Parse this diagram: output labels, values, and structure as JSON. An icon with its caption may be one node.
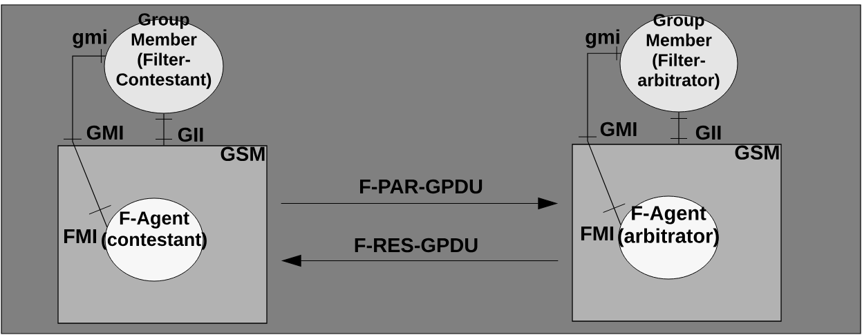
{
  "diagram": {
    "nodes": [
      {
        "text": [
          "Group Member (Filter-Contestant)"
        ]
      },
      {
        "text": [
          "GSM"
        ]
      },
      {
        "text": [
          "F-Agent (contestant)"
        ],
        "in": 1
      },
      {
        "text": [
          "Group Member (Filter-arbitrator)"
        ]
      },
      {
        "text": [
          "GSM"
        ]
      },
      {
        "text": [
          "F-Agent (arbitrator)"
        ],
        "in": 4
      }
    ],
    "edges": [
      {
        "from": 0,
        "to": 1,
        "arrow": "none",
        "label": "GII"
      },
      {
        "from": 2,
        "to": 0,
        "arrow": "none"
      },
      {
        "from": 1,
        "to": 4,
        "arrow": "to",
        "label": "F-PAR-GPDU"
      },
      {
        "from": 4,
        "to": 1,
        "arrow": "to",
        "label": "F-RES-GPDU"
      },
      {
        "from": 3,
        "to": 4,
        "arrow": "none",
        "label": "GII"
      },
      {
        "from": 5,
        "to": 3,
        "arrow": "none"
      }
    ],
    "labels": [
      "gmi",
      "GMI",
      "FMI",
      "gmi",
      "GMI",
      "FMI"
    ]
  }
}
